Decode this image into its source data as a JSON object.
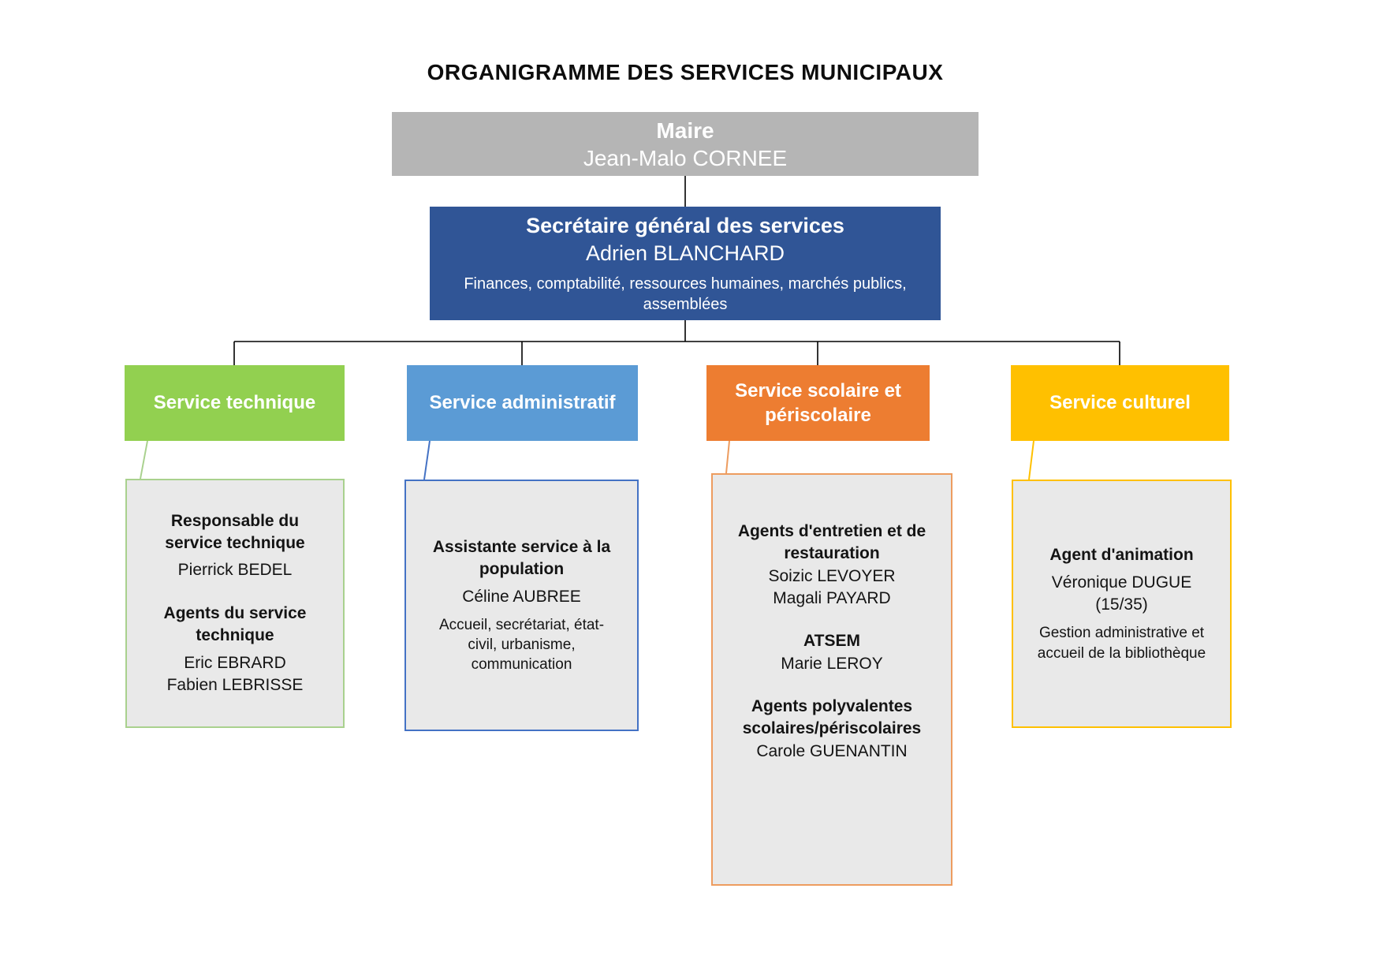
{
  "title": "ORGANIGRAMME DES SERVICES MUNICIPAUX",
  "maire": {
    "role": "Maire",
    "name": "Jean-Malo CORNEE",
    "color": "#B5B5B5"
  },
  "secretaire": {
    "role": "Secrétaire général des services",
    "name": "Adrien BLANCHARD",
    "missions": "Finances, comptabilité, ressources humaines, marchés publics, assemblées",
    "color": "#305596"
  },
  "services": [
    {
      "label": "Service technique",
      "color": "#92D050",
      "border_color": "#A9D18E",
      "detail": {
        "role1": "Responsable du service technique",
        "name1": "Pierrick BEDEL",
        "role2": "Agents du service technique",
        "name2": "Eric EBRARD",
        "name3": "Fabien LEBRISSE"
      }
    },
    {
      "label": "Service administratif",
      "color": "#5B9BD5",
      "border_color": "#4472C4",
      "detail": {
        "role1": "Assistante service à la population",
        "name1": "Céline AUBREE",
        "desc": "Accueil, secrétariat, état-civil, urbanisme, communication"
      }
    },
    {
      "label": "Service scolaire et périscolaire",
      "color": "#ED7D31",
      "border_color": "#ED9C5F",
      "detail": {
        "role1": "Agents d'entretien et de restauration",
        "name1": "Soizic LEVOYER",
        "name2": "Magali PAYARD",
        "role2": "ATSEM",
        "name3": "Marie LEROY",
        "role3": "Agents polyvalentes scolaires/périscolaires",
        "name4": "Carole GUENANTIN"
      }
    },
    {
      "label": "Service culturel",
      "color": "#FFC000",
      "border_color": "#FFC000",
      "detail": {
        "role1": "Agent d'animation",
        "name1": "Véronique DUGUE (15/35)",
        "desc": "Gestion administrative et accueil de la bibliothèque"
      }
    }
  ]
}
